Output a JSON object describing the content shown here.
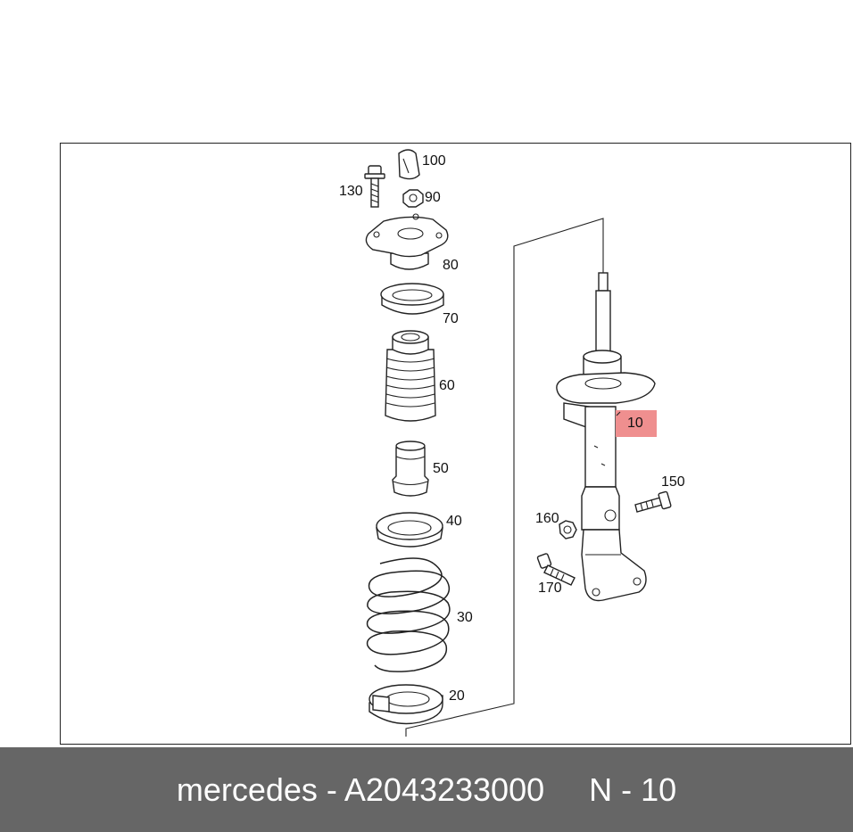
{
  "diagram": {
    "highlight_color": "#ef8f8f",
    "labels": {
      "p100": "100",
      "p130": "130",
      "p90": "90",
      "p80": "80",
      "p70": "70",
      "p60": "60",
      "p50": "50",
      "p40": "40",
      "p30": "30",
      "p20": "20",
      "p10": "10",
      "p150": "150",
      "p160": "160",
      "p170": "170"
    }
  },
  "caption": {
    "part_text": "mercedes - A2043233000",
    "ref_text": "N - 10"
  }
}
